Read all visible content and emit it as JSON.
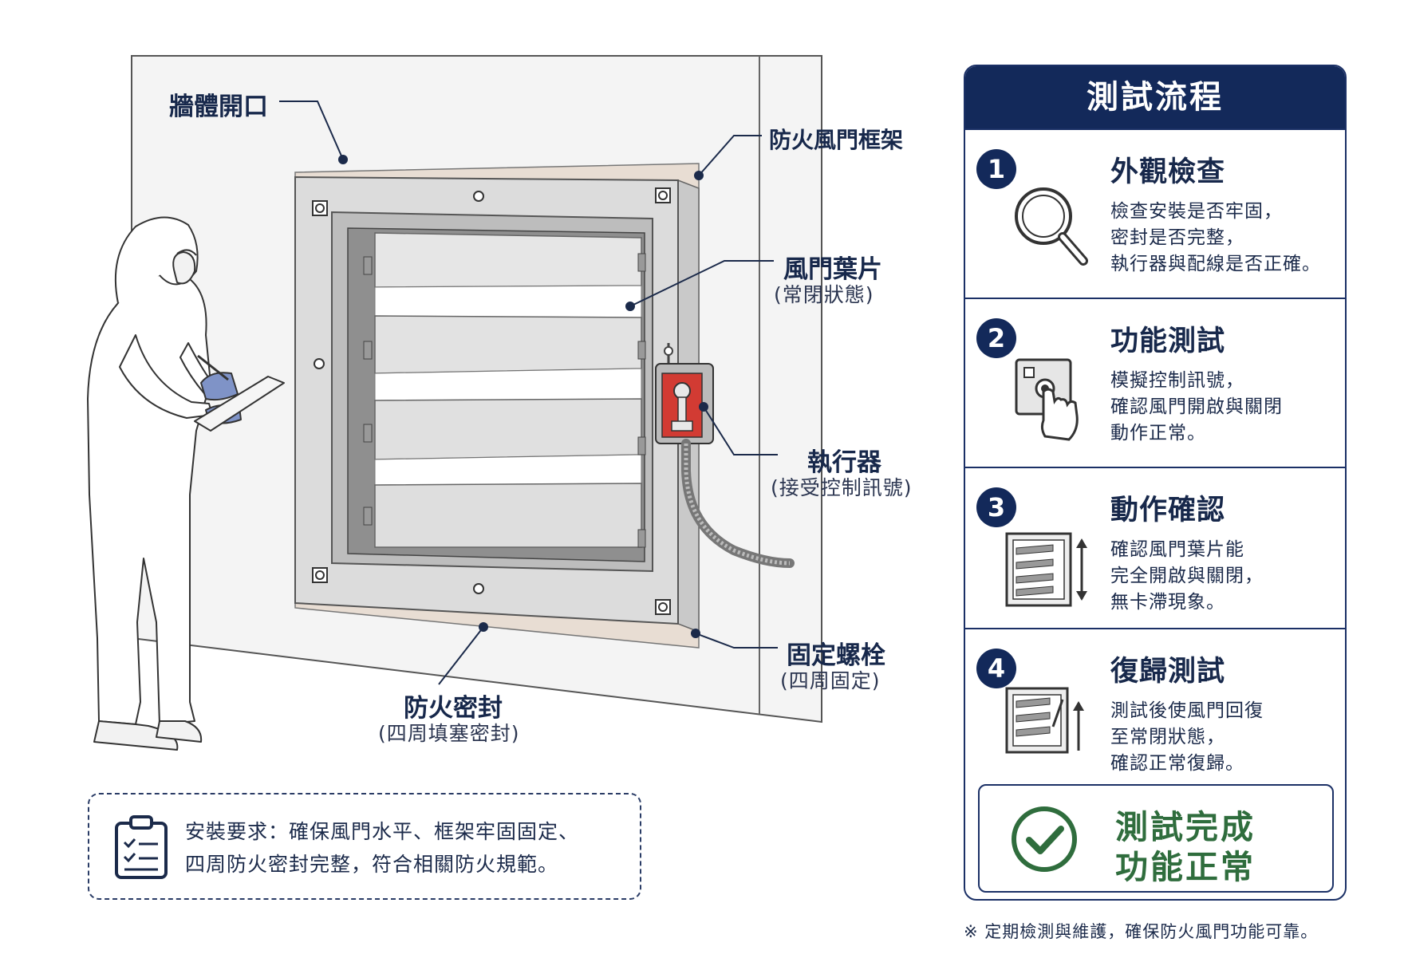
{
  "labels": {
    "wall_opening": "牆體開口",
    "frame": "防火風門框架",
    "blades": "風門葉片",
    "blades_sub": "(常閉狀態)",
    "actuator": "執行器",
    "actuator_sub": "(接受控制訊號)",
    "bolts": "固定螺栓",
    "bolts_sub": "(四周固定)",
    "seal": "防火密封",
    "seal_sub": "(四周填塞密封)"
  },
  "note": {
    "line1": "安裝要求：確保風門水平、框架牢固固定、",
    "line2": "四周防火密封完整，符合相關防火規範。",
    "icon": "clipboard-icon"
  },
  "panel": {
    "title": "測試流程",
    "steps": [
      {
        "num": "1",
        "title": "外觀檢查",
        "lines": [
          "檢查安裝是否牢固，",
          "密封是否完整，",
          "執行器與配線是否正確。"
        ],
        "icon": "magnifier-icon"
      },
      {
        "num": "2",
        "title": "功能測試",
        "lines": [
          "模擬控制訊號，",
          "確認風門開啟與關閉",
          "動作正常。"
        ],
        "icon": "press-button-icon"
      },
      {
        "num": "3",
        "title": "動作確認",
        "lines": [
          "確認風門葉片能",
          "完全開啟與關閉，",
          "無卡滯現象。"
        ],
        "icon": "louver-updown-icon"
      },
      {
        "num": "4",
        "title": "復歸測試",
        "lines": [
          "測試後使風門回復",
          "至常閉狀態，",
          "確認正常復歸。"
        ],
        "icon": "louver-reset-icon"
      }
    ],
    "done_line1": "測試完成",
    "done_line2": "功能正常"
  },
  "footnote": "※ 定期檢測與維護，確保防火風門功能可靠。",
  "colors": {
    "navy": "#13295a",
    "success": "#2f6d3d",
    "actuator_red": "#d23b33"
  }
}
